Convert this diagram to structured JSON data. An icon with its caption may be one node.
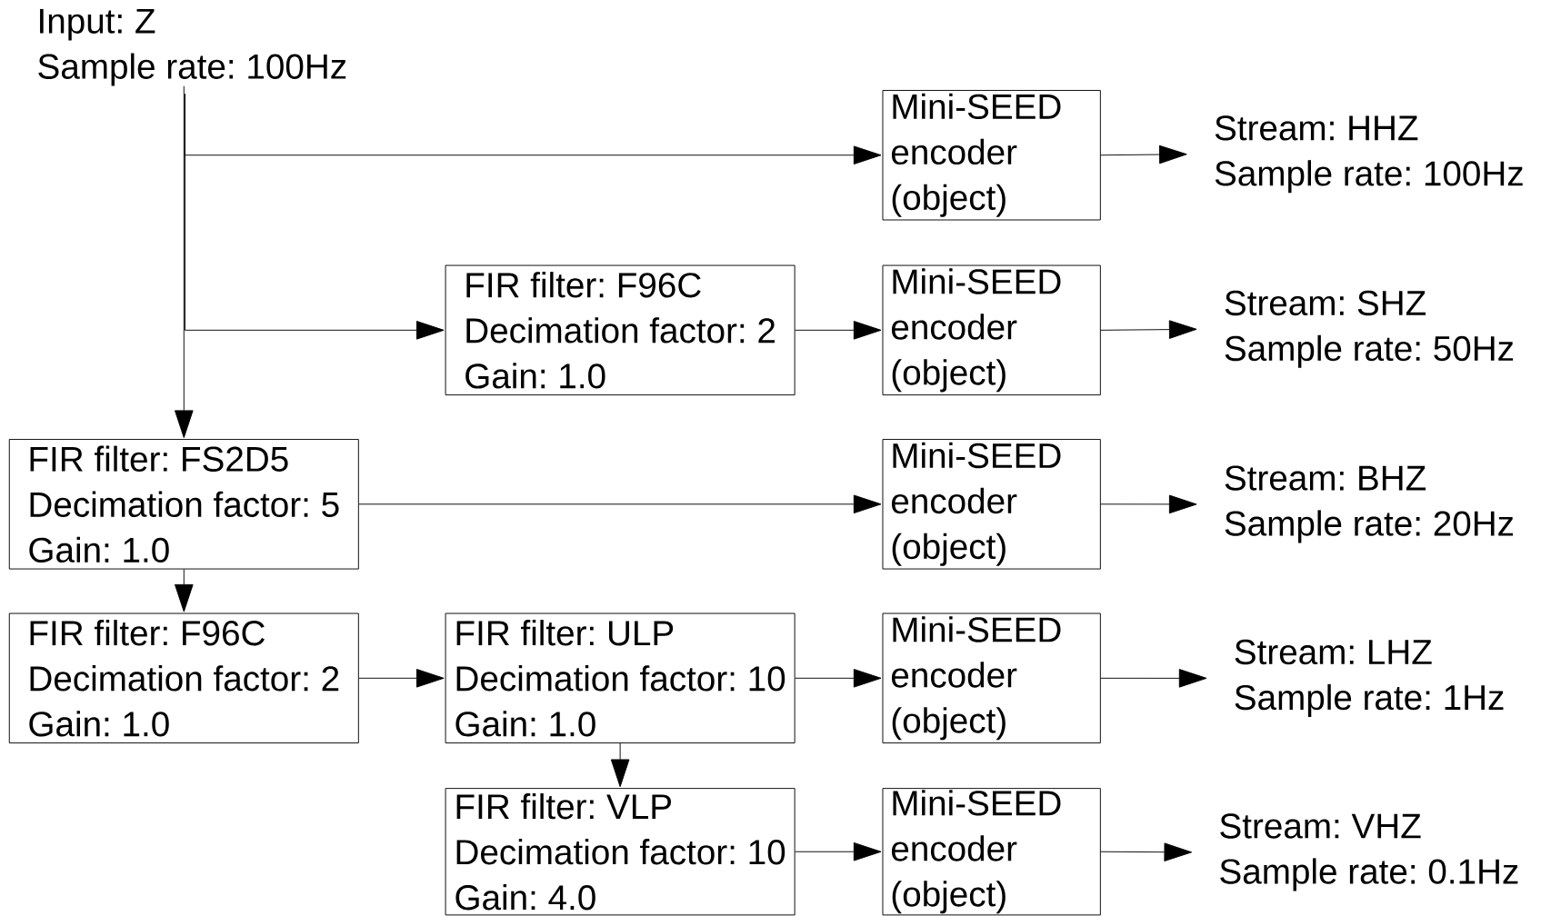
{
  "diagram": {
    "nodes": [
      {
        "text": [
          "Input: Z",
          "Sample rate: 100Hz"
        ]
      },
      {
        "text": [
          "Mini-SEED encoder (object)"
        ]
      },
      {
        "text": [
          "Stream: HHZ",
          "Sample rate: 100Hz"
        ]
      },
      {
        "text": [
          "FIR filter: F96C",
          "Decimation factor: 2",
          "Gain: 1.0"
        ]
      },
      {
        "text": [
          "Mini-SEED encoder (object)"
        ]
      },
      {
        "text": [
          "Stream: SHZ",
          "Sample rate: 50Hz"
        ]
      },
      {
        "text": [
          "FIR filter: FS2D5",
          "Decimation factor: 5",
          "Gain: 1.0"
        ]
      },
      {
        "text": [
          "Mini-SEED encoder (object)"
        ]
      },
      {
        "text": [
          "Stream: BHZ",
          "Sample rate: 20Hz"
        ]
      },
      {
        "text": [
          "FIR filter: F96C",
          "Decimation factor: 2",
          "Gain: 1.0"
        ]
      },
      {
        "text": [
          "FIR filter: ULP",
          "Decimation factor: 10",
          "Gain: 1.0"
        ]
      },
      {
        "text": [
          "Mini-SEED encoder (object)"
        ]
      },
      {
        "text": [
          "Stream: LHZ",
          "Sample rate: 1Hz"
        ]
      },
      {
        "text": [
          "FIR filter: VLP",
          "Decimation factor: 10",
          "Gain: 4.0"
        ]
      },
      {
        "text": [
          "Mini-SEED encoder (object)"
        ]
      },
      {
        "text": [
          "Stream: VHZ",
          "Sample rate: 0.1Hz"
        ]
      }
    ],
    "edges": [
      {
        "from": 0,
        "to": 1,
        "arrow": "to"
      },
      {
        "from": 0,
        "to": 3,
        "arrow": "to"
      },
      {
        "from": 0,
        "to": 6,
        "arrow": "to"
      },
      {
        "from": 1,
        "to": 2,
        "arrow": "to"
      },
      {
        "from": 3,
        "to": 4,
        "arrow": "to"
      },
      {
        "from": 4,
        "to": 5,
        "arrow": "to"
      },
      {
        "from": 6,
        "to": 7,
        "arrow": "to"
      },
      {
        "from": 7,
        "to": 8,
        "arrow": "to"
      },
      {
        "from": 6,
        "to": 9,
        "arrow": "to"
      },
      {
        "from": 9,
        "to": 10,
        "arrow": "to"
      },
      {
        "from": 10,
        "to": 11,
        "arrow": "to"
      },
      {
        "from": 11,
        "to": 12,
        "arrow": "to"
      },
      {
        "from": 10,
        "to": 13,
        "arrow": "to"
      },
      {
        "from": 13,
        "to": 14,
        "arrow": "to"
      },
      {
        "from": 14,
        "to": 15,
        "arrow": "to"
      }
    ]
  }
}
